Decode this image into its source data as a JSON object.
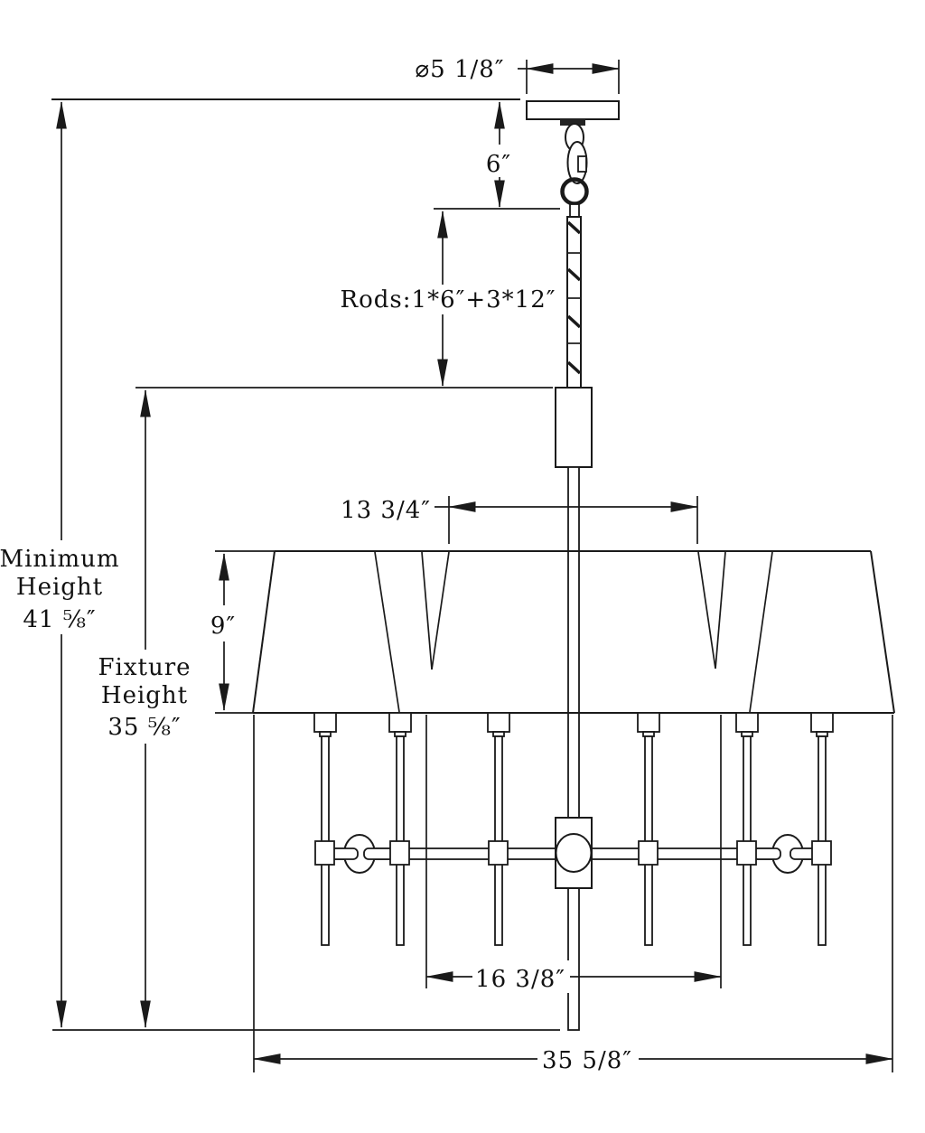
{
  "title": "Chandelier dimension drawing",
  "colors": {
    "line": "#1a1a1a",
    "background": "#ffffff",
    "canopy_collar": "#222222"
  },
  "dimensions": {
    "canopy_diameter": "⌀5 1/8″",
    "chain_length": "6″",
    "rods": "Rods:1*6″+3*12″",
    "shade_top_width": "13 3/4″",
    "shade_height": "9″",
    "minimum_height": {
      "line1": "Minimum",
      "line2": "Height",
      "line3": "41 ⅝″"
    },
    "fixture_height": {
      "line1": "Fixture",
      "line2": "Height",
      "line3": "35 ⅝″"
    },
    "arm_spread": "16 3/8″",
    "overall_width": "35 5/8″"
  }
}
